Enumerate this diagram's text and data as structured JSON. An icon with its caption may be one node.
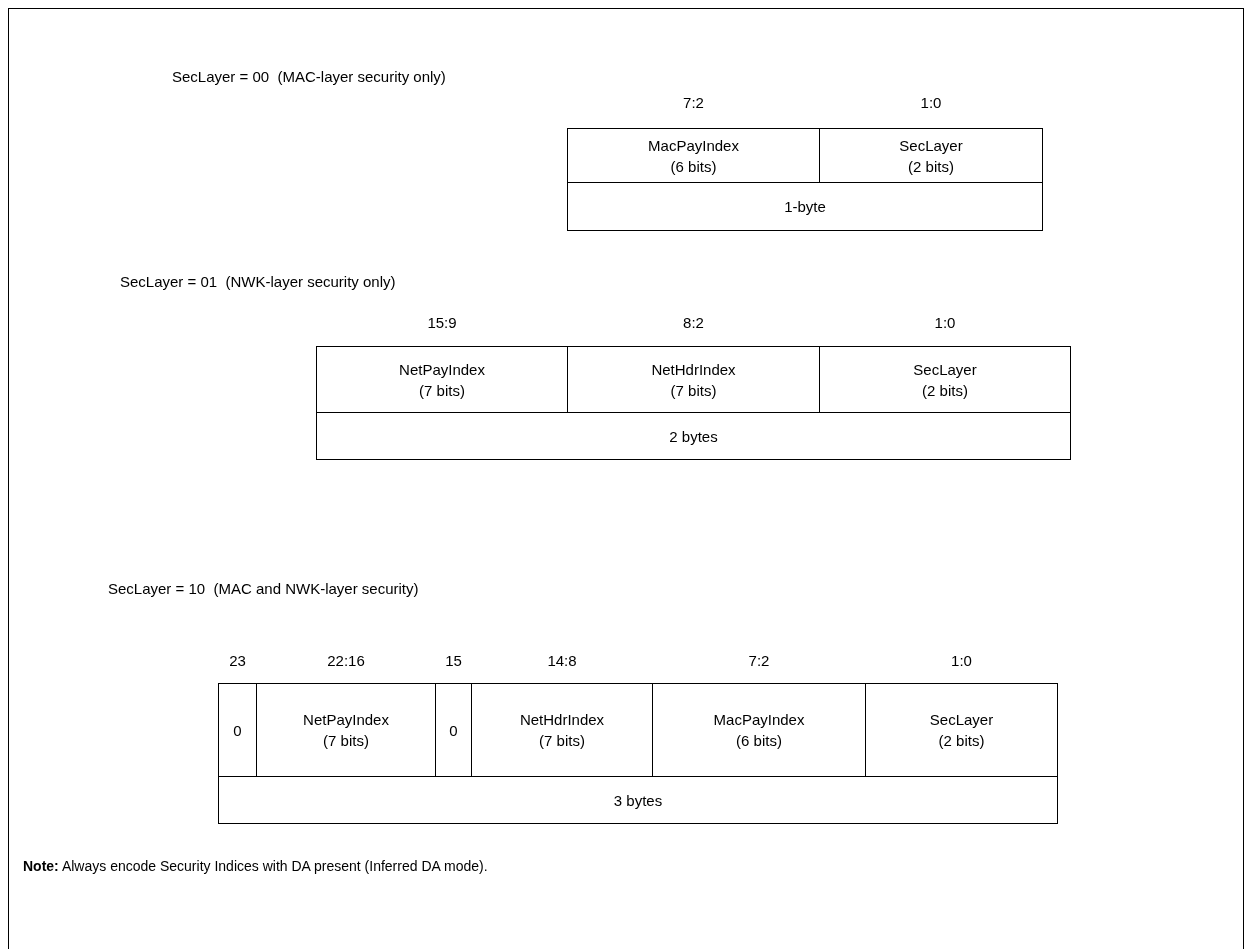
{
  "diagram": {
    "nodes": [
      {
        "text": [
          "MacPayIndex",
          "(6 bits)"
        ],
        "beside": [
          "7:2"
        ]
      },
      {
        "text": [
          "SecLayer",
          "(2 bits)"
        ],
        "beside": [
          "1:0"
        ]
      },
      {
        "text": [
          "1-byte"
        ]
      },
      {
        "text": [
          "NetPayIndex",
          "(7 bits)"
        ],
        "beside": [
          "15:9"
        ]
      },
      {
        "text": [
          "NetHdrIndex",
          "(7 bits)"
        ],
        "beside": [
          "8:2"
        ]
      },
      {
        "text": [
          "SecLayer",
          "(2 bits)"
        ],
        "beside": [
          "1:0"
        ]
      },
      {
        "text": [
          "2 bytes"
        ]
      },
      {
        "text": [
          "0"
        ],
        "beside": [
          "23"
        ]
      },
      {
        "text": [
          "NetPayIndex",
          "(7 bits)"
        ],
        "beside": [
          "22:16"
        ]
      },
      {
        "text": [
          "0"
        ],
        "beside": [
          "15"
        ]
      },
      {
        "text": [
          "NetHdrIndex",
          "(7 bits)"
        ],
        "beside": [
          "14:8"
        ]
      },
      {
        "text": [
          "MacPayIndex",
          "(6 bits)"
        ],
        "beside": [
          "7:2"
        ]
      },
      {
        "text": [
          "SecLayer",
          "(2 bits)"
        ],
        "beside": [
          "1:0"
        ]
      },
      {
        "text": [
          "3 bytes"
        ]
      }
    ],
    "edges": [],
    "labels": [
      "SecLayer = 00  (MAC-layer security only)",
      "SecLayer = 01  (NWK-layer security only)",
      "SecLayer = 10  (MAC and NWK-layer security)",
      "**Note:** Always encode Security Indices with DA present (Inferred DA mode)."
    ]
  }
}
